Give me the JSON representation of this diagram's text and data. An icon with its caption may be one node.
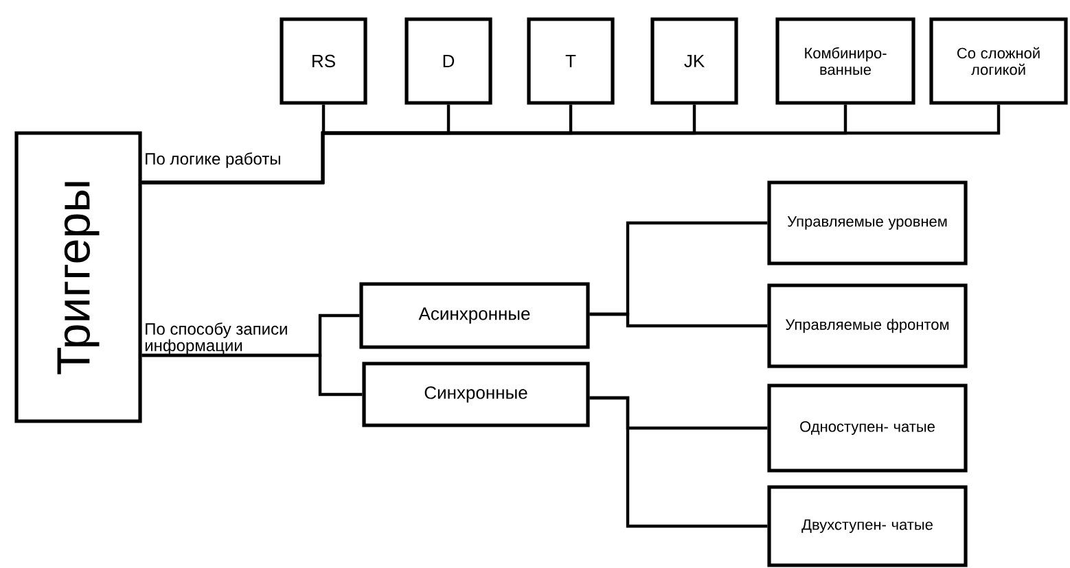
{
  "diagram": {
    "nodes": [
      {
        "text": [
          "Триггеры"
        ]
      },
      {
        "text": [
          "RS"
        ]
      },
      {
        "text": [
          "D"
        ]
      },
      {
        "text": [
          "T"
        ]
      },
      {
        "text": [
          "JK"
        ]
      },
      {
        "text": [
          "Комбиниро- ванные"
        ]
      },
      {
        "text": [
          "Со сложной логикой"
        ]
      },
      {
        "text": [
          "Асинхронные"
        ]
      },
      {
        "text": [
          "Синхронные"
        ]
      },
      {
        "text": [
          "Управляемые уровнем"
        ]
      },
      {
        "text": [
          "Управляемые фронтом"
        ]
      },
      {
        "text": [
          "Одноступен- чатые"
        ]
      },
      {
        "text": [
          "Двухступен- чатые"
        ]
      }
    ],
    "edges": [
      {
        "from": 0,
        "to": 1,
        "arrow": "none"
      },
      {
        "from": 0,
        "to": 2,
        "arrow": "none"
      },
      {
        "from": 0,
        "to": 3,
        "arrow": "none"
      },
      {
        "from": 0,
        "to": 4,
        "arrow": "none"
      },
      {
        "from": 0,
        "to": 5,
        "arrow": "none"
      },
      {
        "from": 0,
        "to": 6,
        "arrow": "none"
      },
      {
        "from": 0,
        "to": 7,
        "arrow": "none"
      },
      {
        "from": 0,
        "to": 8,
        "arrow": "none"
      },
      {
        "from": 7,
        "to": 9,
        "arrow": "none"
      },
      {
        "from": 7,
        "to": 10,
        "arrow": "none"
      },
      {
        "from": 8,
        "to": 11,
        "arrow": "none"
      },
      {
        "from": 8,
        "to": 12,
        "arrow": "none"
      }
    ],
    "labels": [
      "По логике работы",
      "По способу записи информации"
    ]
  }
}
